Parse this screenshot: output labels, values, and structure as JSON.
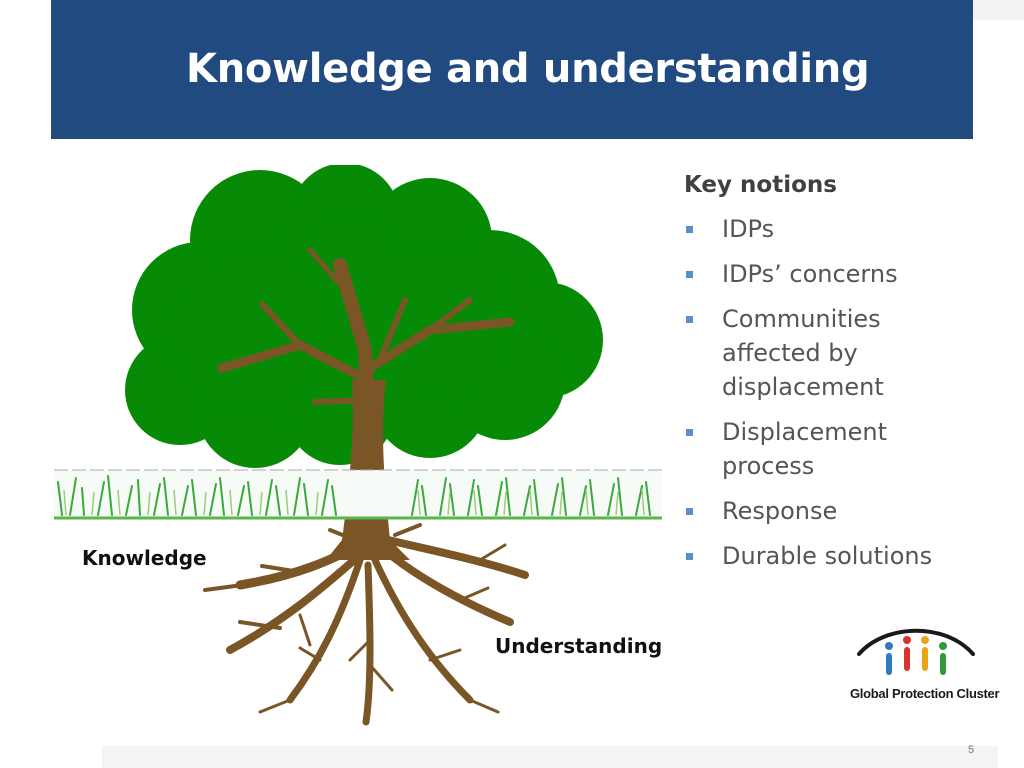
{
  "slide": {
    "title": "Knowledge and understanding",
    "page_number": "5"
  },
  "diagram": {
    "knowledge_label": "Knowledge",
    "understanding_label": "Understanding"
  },
  "notions": {
    "heading": "Key notions",
    "items": [
      {
        "label": "IDPs"
      },
      {
        "label": "IDPs’ concerns"
      },
      {
        "label": "Communities affected by displacement"
      },
      {
        "label": "Displacement process"
      },
      {
        "label": "Response"
      },
      {
        "label": "Durable solutions"
      }
    ]
  },
  "logo": {
    "text": "Global Protection Cluster"
  },
  "colors": {
    "title_band": "#204a80",
    "foliage": "#078b07",
    "trunk": "#7a5526",
    "bullet": "#5b8fc9",
    "text": "#555555"
  }
}
